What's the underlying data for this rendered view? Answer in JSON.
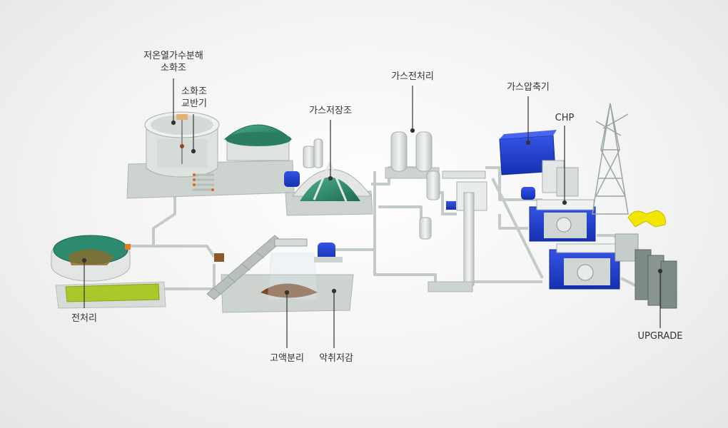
{
  "labels": {
    "low_temp_hydrolysis": [
      "저온열가수분해",
      "소화조"
    ],
    "digester_agitator": [
      "소화조",
      "교반기"
    ],
    "gas_storage": "가스저장조",
    "gas_pretreatment": "가스전처리",
    "gas_compressor": "가스압축기",
    "chp": "CHP",
    "pretreatment": "전처리",
    "solid_liquid_separation": "고액분리",
    "odor_reduction": "악취저감",
    "upgrade": "UPGRADE"
  },
  "colors": {
    "platform": "#cdd3cf",
    "tank_green": "#2e8a6e",
    "equipment_blue": "#1f3fd1",
    "pipe": "#c2cbc6",
    "liquid": "#a9c82a",
    "sludge": "#7a4a25",
    "tower": "#9aa79f",
    "yellow_pipe": "#f2e600"
  }
}
